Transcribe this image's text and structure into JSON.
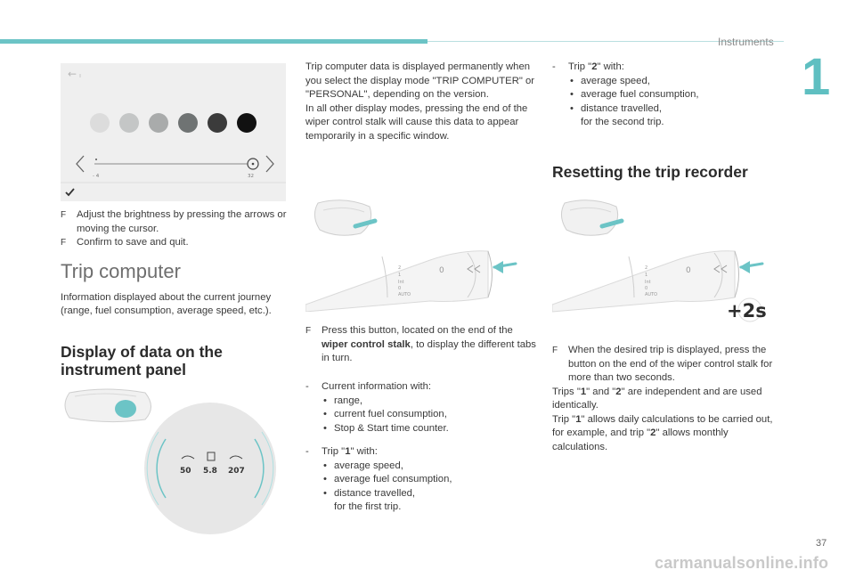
{
  "header": {
    "section_label": "Instruments",
    "chapter_number": "1"
  },
  "page_number": "37",
  "watermark": "carmanualsonline.info",
  "col1": {
    "brightness_panel": {
      "back_label": "←",
      "slider_min": "- 4",
      "slider_max": "32",
      "swatch_colors": [
        "#dcdcdc",
        "#c4c6c6",
        "#a9abab",
        "#6f7373",
        "#3b3b3b",
        "#111111"
      ]
    },
    "bullets": [
      "Adjust the brightness by pressing the arrows or moving the cursor.",
      "Confirm to save and quit."
    ],
    "trip_computer_title": "Trip computer",
    "trip_computer_intro": "Information displayed about the current journey (range, fuel consumption, average speed, etc.).",
    "display_title": "Display of data on the instrument panel",
    "gauge_values": [
      "50",
      "5.8",
      "207"
    ]
  },
  "col2": {
    "para1": "Trip computer data is displayed permanently when you select the display mode \"TRIP COMPUTER\" or \"PERSONAL\", depending on the version.",
    "para2": "In all other display modes, pressing the end of the wiper control stalk will cause this data to appear temporarily in a specific window.",
    "press_prefix": "Press this button, located on the end of the ",
    "press_bold": "wiper control stalk",
    "press_suffix": ", to display the different tabs in turn.",
    "current_info": "Current information with:",
    "current_items": [
      "range,",
      "current fuel consumption,",
      "Stop & Start time counter."
    ],
    "trip1_prefix": "Trip \"",
    "trip1_num": "1",
    "trip1_suffix": "\" with:",
    "trip1_items": [
      "average speed,",
      "average fuel consumption,",
      "distance travelled,"
    ],
    "trip1_last": "for the first trip.",
    "stalk_labels": [
      "2",
      "1",
      "Int",
      "0",
      "AUTO"
    ]
  },
  "col3": {
    "trip2_prefix": "Trip \"",
    "trip2_num": "2",
    "trip2_suffix": "\" with:",
    "trip2_items": [
      "average speed,",
      "average fuel consumption,",
      "distance travelled,"
    ],
    "trip2_last": "for the second trip.",
    "reset_title": "Resetting the trip recorder",
    "hold_label": "+2s",
    "reset_bullet": "When the desired trip is displayed, press the button on the end of the wiper control stalk for more than two seconds.",
    "trips_a": "Trips \"",
    "trips_1": "1",
    "trips_b": "\" and \"",
    "trips_2": "2",
    "trips_c": "\" are independent and are used identically.",
    "trip_allows_a": "Trip \"",
    "trip_allows_1": "1",
    "trip_allows_b": "\" allows daily calculations to be carried out, for example, and trip \"",
    "trip_allows_2": "2",
    "trip_allows_c": "\" allows monthly calculations."
  }
}
